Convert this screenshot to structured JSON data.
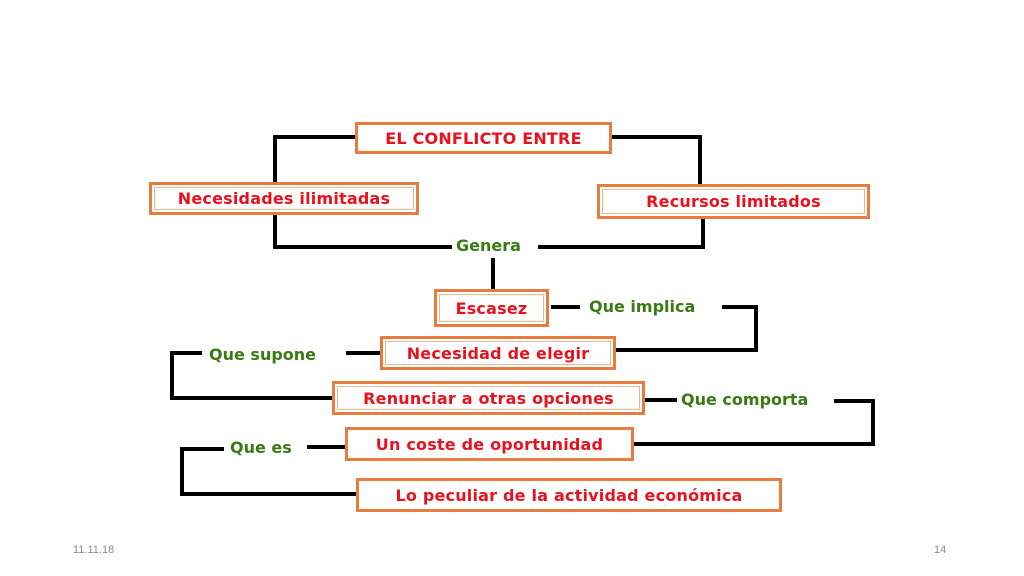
{
  "boxes": {
    "conflict": "EL CONFLICTO ENTRE",
    "needs": "Necesidades ilimitadas",
    "resources": "Recursos limitados",
    "scarcity": "Escasez",
    "choose": "Necesidad de elegir",
    "renounce": "Renunciar a otras opciones",
    "cost": "Un coste de oportunidad",
    "peculiar": "Lo peculiar de la actividad económica"
  },
  "labels": {
    "genera": "Genera",
    "que_implica": "Que implica",
    "que_supone": "Que supone",
    "que_comporta": "Que comporta",
    "que_es": "Que es"
  },
  "footer": {
    "date": "11.11.18",
    "page": "14"
  },
  "colors": {
    "box_border": "#e87b3f",
    "box_text": "#e8121e",
    "label_text": "#3a7a12",
    "connector": "#000000"
  }
}
